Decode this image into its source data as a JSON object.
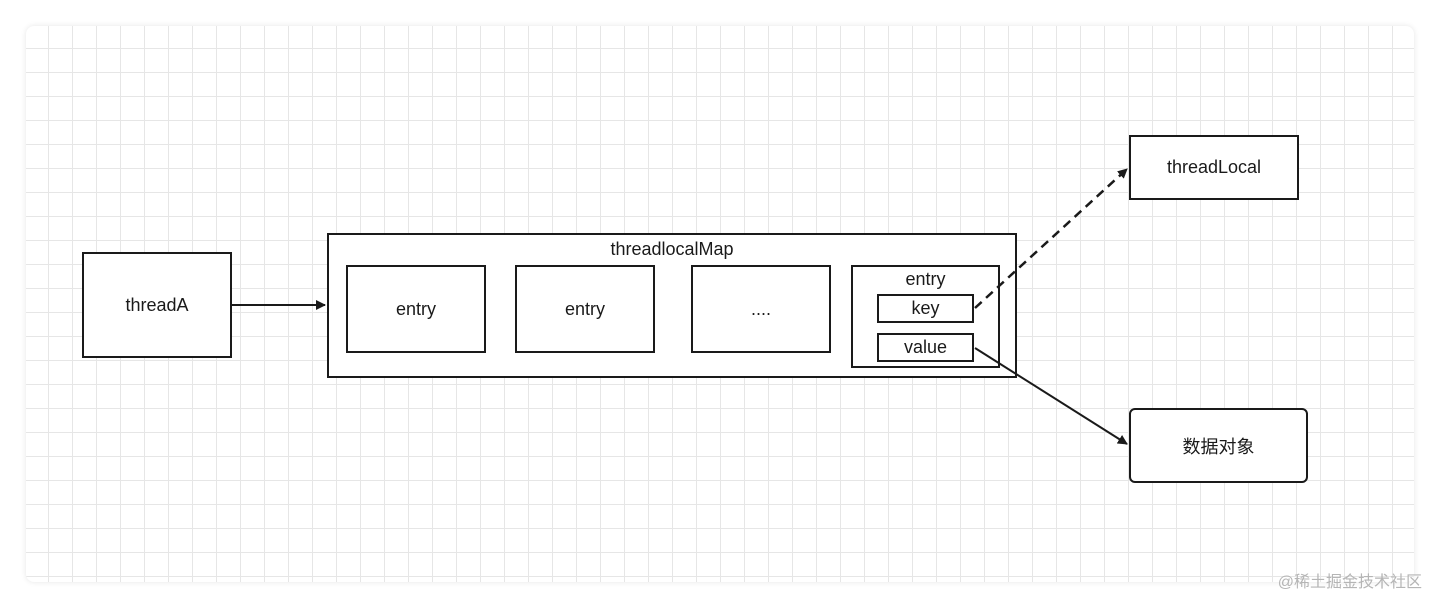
{
  "nodes": {
    "thread": "threadA",
    "map_title": "threadlocalMap",
    "entry1": "entry",
    "entry2": "entry",
    "ellipsis": "....",
    "entry4_title": "entry",
    "key": "key",
    "value": "value",
    "thread_local": "threadLocal",
    "data_object": "数据对象"
  },
  "edges": [
    {
      "from": "threadA",
      "to": "threadlocalMap",
      "style": "solid"
    },
    {
      "from": "key",
      "to": "threadLocal",
      "style": "dashed"
    },
    {
      "from": "value",
      "to": "数据对象",
      "style": "solid"
    }
  ],
  "watermark": "@稀土掘金技术社区",
  "colors": {
    "stroke": "#1a1a1a",
    "grid": "#e6e6e6",
    "watermark": "#b5b5b5"
  }
}
